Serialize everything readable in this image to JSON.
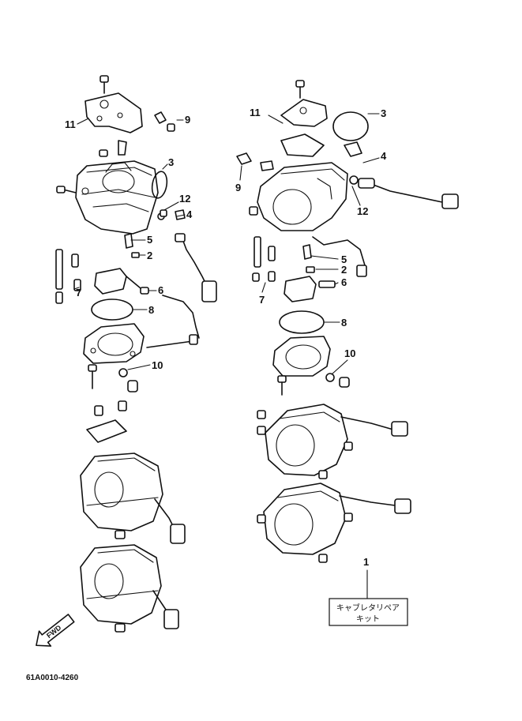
{
  "callouts": {
    "left": [
      "11",
      "9",
      "3",
      "12",
      "4",
      "5",
      "2",
      "6",
      "7",
      "8",
      "10"
    ],
    "right": [
      "11",
      "3",
      "4",
      "9",
      "12",
      "5",
      "2",
      "6",
      "7",
      "8",
      "10"
    ],
    "kit_number": "1"
  },
  "kit_label": {
    "line1": "キャブレタリペア",
    "line2": "キット"
  },
  "fwd_arrow": "FWD",
  "diagram_code": "61A0010-4260",
  "icons": {
    "fwd": "fwd-arrow-icon"
  }
}
